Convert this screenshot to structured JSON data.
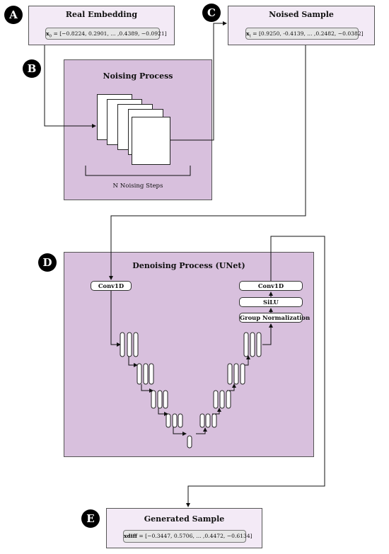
{
  "badges": {
    "a": "A",
    "b": "B",
    "c": "C",
    "d": "D",
    "e": "E"
  },
  "real_embedding": {
    "title": "Real Embedding",
    "var": "x",
    "sub": "0",
    "values": " = [−0.8224,  0.2901, ... ,0.4389, −0.0921]"
  },
  "noised_sample": {
    "title": "Noised Sample",
    "var": "x",
    "sub": "t",
    "values": " = [0.9250, -0.4139, ... ,0.2482, −0.0382]"
  },
  "noising_process": {
    "title": "Noising Process",
    "caption": "N Noising Steps"
  },
  "denoising_process": {
    "title": "Denoising Process (UNet)",
    "conv_left": "Conv1D",
    "conv_right": "Conv1D",
    "silu": "SiLU",
    "group_norm": "Group Normalization"
  },
  "generated_sample": {
    "title": "Generated Sample",
    "var": "xdiff",
    "values": " = [−0.3447,  0.5706, ... ,0.4472, −0.6134]"
  },
  "colors": {
    "light_box": "#f3eaf6",
    "panel": "#d8c0dd",
    "badge": "#000000"
  }
}
